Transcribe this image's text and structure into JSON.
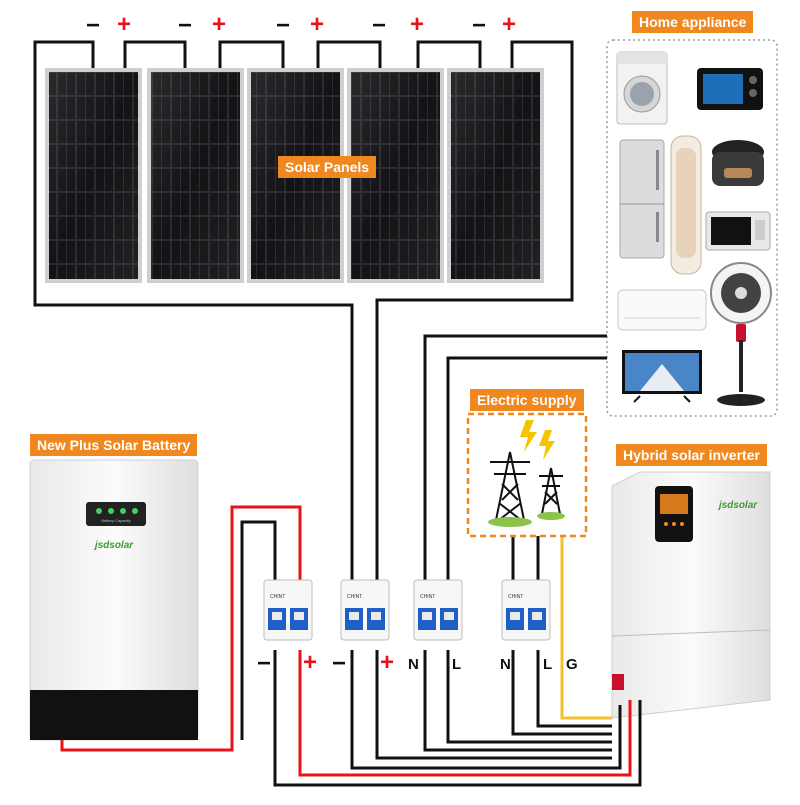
{
  "labels": {
    "solar_panels": "Solar Panels",
    "home_appliance": "Home appliance",
    "electric_supply": "Electric supply",
    "battery": "New Plus Solar Battery",
    "inverter": "Hybrid solar inverter"
  },
  "panel_terminals": {
    "negative": "−",
    "positive": "+"
  },
  "breaker_terminals": {
    "b1_neg": "−",
    "b1_pos": "+",
    "b2_neg": "−",
    "b2_pos": "+",
    "b3_n": "N",
    "b3_l": "L",
    "b4_n": "N",
    "b4_l": "L",
    "b4_g": "G"
  },
  "battery_device": {
    "brand": "jsdsolar",
    "indicator_text": "Battery Capacity"
  },
  "inverter_device": {
    "brand": "jsdsolar"
  },
  "breaker_brand": "CHINT",
  "colors": {
    "accent_orange": "#f0871f",
    "wire_black": "#111111",
    "wire_red": "#e5141b",
    "wire_yellow": "#f2c12e",
    "tower_green": "#8bc34a",
    "bolt_yellow": "#f5c400"
  }
}
